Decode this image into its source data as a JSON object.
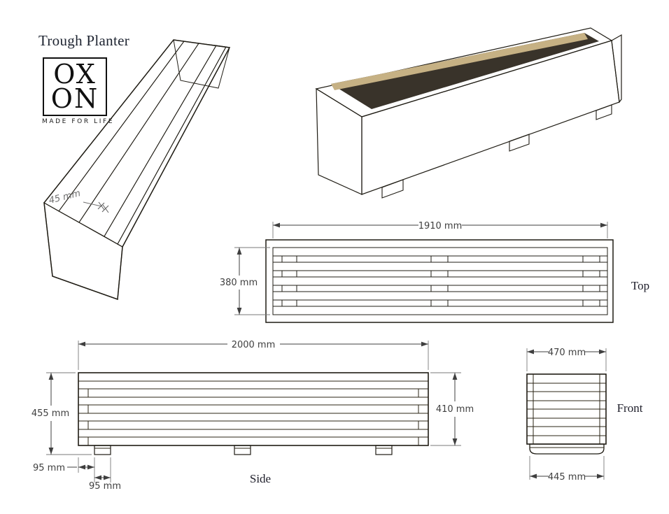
{
  "title": "Trough Planter",
  "logo": {
    "line1": "OX",
    "line2": "ON",
    "tagline": "MADE FOR LIFE"
  },
  "annotation_45mm": "45 mm",
  "views": {
    "top": {
      "label": "Top",
      "dim_length": "1910 mm",
      "dim_depth": "380 mm"
    },
    "side": {
      "label": "Side",
      "dim_length": "2000 mm",
      "dim_total_height": "455 mm",
      "dim_body_height": "410 mm",
      "dim_foot_inset": "95 mm",
      "dim_foot_width": "95 mm"
    },
    "front": {
      "label": "Front",
      "dim_top_width": "470 mm",
      "dim_base_width": "445 mm"
    }
  },
  "colors": {
    "wood_light": "#d5c093",
    "wood_mid": "#cfba8c",
    "wood_rim": "#a89d77",
    "interior_dark": "#3e3827",
    "outline": "#1f1c14",
    "dimension": "#3f3f3f",
    "title_text": "#1d2330"
  }
}
